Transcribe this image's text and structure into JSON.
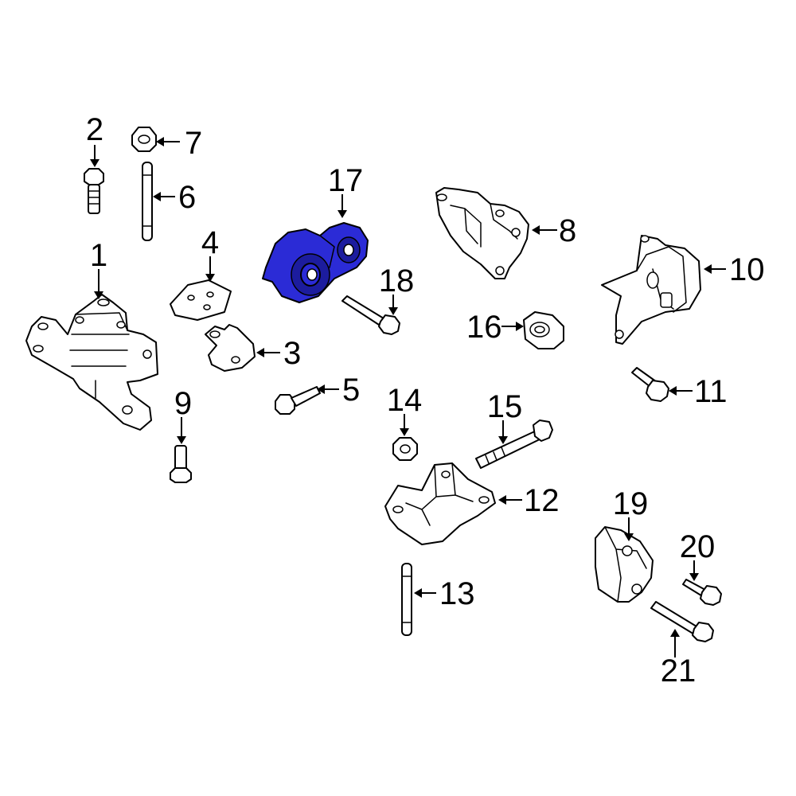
{
  "highlight_color": "#2b2bd6",
  "callouts": {
    "c1": "1",
    "c2": "2",
    "c3": "3",
    "c4": "4",
    "c5": "5",
    "c6": "6",
    "c7": "7",
    "c8": "8",
    "c9": "9",
    "c10": "10",
    "c11": "11",
    "c12": "12",
    "c13": "13",
    "c14": "14",
    "c15": "15",
    "c16": "16",
    "c17": "17",
    "c18": "18",
    "c19": "19",
    "c20": "20",
    "c21": "21"
  },
  "highlighted_part": "17"
}
